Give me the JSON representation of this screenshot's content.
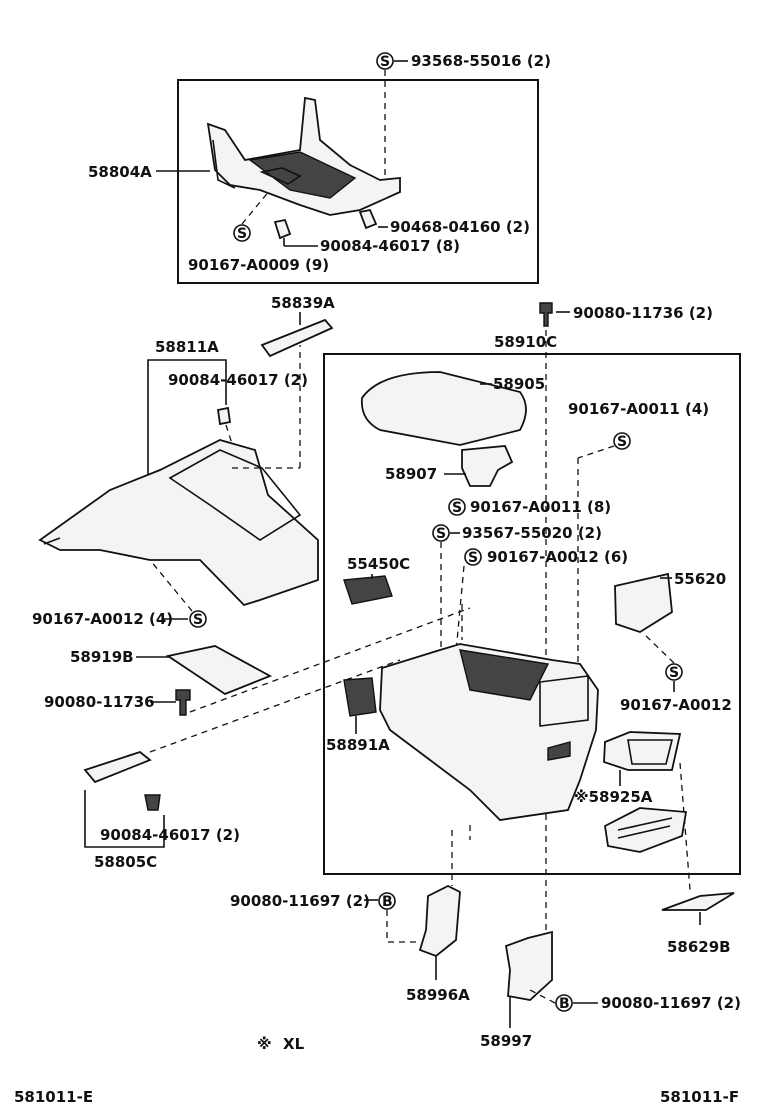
{
  "labels": {
    "top_bolt": "93568-55016 (2)",
    "upper_panel": "58804A",
    "upper_clip": "90468-04160 (2)",
    "upper_screw": "90084-46017 (8)",
    "upper_bolt": "90167-A0009 (9)",
    "bar_part": "58839A",
    "left_panel": "58811A",
    "left_clip": "90084-46017 (2)",
    "top_screw": "90080-11736 (2)",
    "console_box": "58910C",
    "lid": "58905",
    "bolt_a0011_4": "90167-A0011 (4)",
    "hinge": "58907",
    "bolt_a0011_8": "90167-A0011 (8)",
    "bolt_55020": "93567-55020 (2)",
    "switch": "55450C",
    "bolt_a0012_6": "90167-A0012 (6)",
    "vent_housing": "55620",
    "left_bolt": "90167-A0012 (4)",
    "mat": "58919B",
    "left_screw": "90080-11736",
    "console_body": "58891A",
    "right_bolt": "90167-A0012",
    "vent": "58925A",
    "bottom_clip": "90084-46017 (2)",
    "trim": "58805C",
    "bracket_bolt_left": "90080-11697 (2)",
    "grille": "58629B",
    "bracket_left": "58996A",
    "bracket_bolt_right": "90080-11697 (2)",
    "bracket_right": "58997",
    "note_prefix": "※",
    "note_text": "XL",
    "vent_mark": "※58925A",
    "footer_left": "581011-E",
    "footer_right": "581011-F",
    "mark_s": "S",
    "mark_b": "B"
  }
}
